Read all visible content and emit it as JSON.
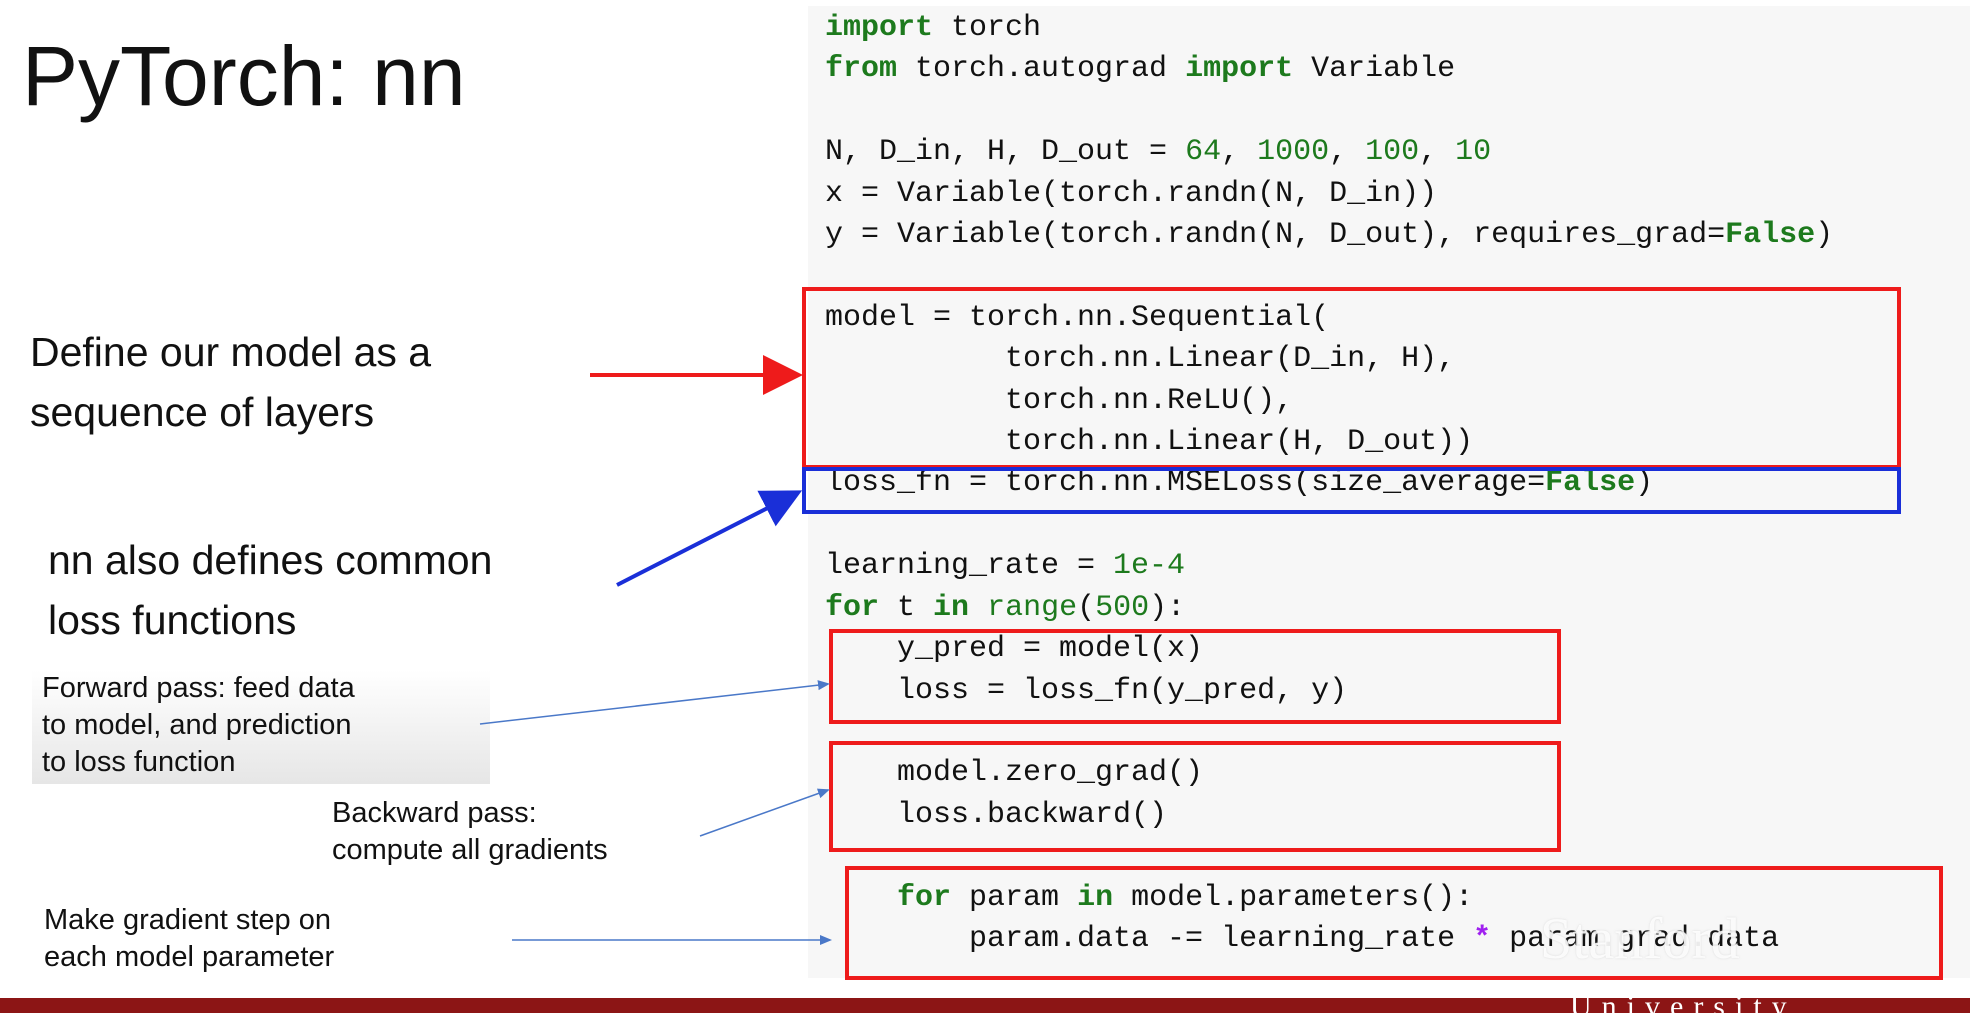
{
  "slide": {
    "title": "PyTorch: nn"
  },
  "code": {
    "lines": [
      [
        {
          "t": "import",
          "c": "kw"
        },
        {
          "t": " torch"
        }
      ],
      [
        {
          "t": "from",
          "c": "kw"
        },
        {
          "t": " torch.autograd "
        },
        {
          "t": "import",
          "c": "kw"
        },
        {
          "t": " Variable"
        }
      ],
      [
        {
          "t": ""
        }
      ],
      [
        {
          "t": "N, D_in, H, D_out = "
        },
        {
          "t": "64",
          "c": "num"
        },
        {
          "t": ", "
        },
        {
          "t": "1000",
          "c": "num"
        },
        {
          "t": ", "
        },
        {
          "t": "100",
          "c": "num"
        },
        {
          "t": ", "
        },
        {
          "t": "10",
          "c": "num"
        }
      ],
      [
        {
          "t": "x = Variable(torch.randn(N, D_in))"
        }
      ],
      [
        {
          "t": "y = Variable(torch.randn(N, D_out), requires_grad="
        },
        {
          "t": "False",
          "c": "kw"
        },
        {
          "t": ")"
        }
      ],
      [
        {
          "t": ""
        }
      ],
      [
        {
          "t": "model = torch.nn.Sequential("
        }
      ],
      [
        {
          "t": "          torch.nn.Linear(D_in, H),"
        }
      ],
      [
        {
          "t": "          torch.nn.ReLU(),"
        }
      ],
      [
        {
          "t": "          torch.nn.Linear(H, D_out))"
        }
      ],
      [
        {
          "t": "loss_fn = torch.nn.MSELoss(size_average="
        },
        {
          "t": "False",
          "c": "kw"
        },
        {
          "t": ")"
        }
      ],
      [
        {
          "t": ""
        }
      ],
      [
        {
          "t": "learning_rate = "
        },
        {
          "t": "1e-4",
          "c": "num"
        }
      ],
      [
        {
          "t": "for",
          "c": "kw"
        },
        {
          "t": " t "
        },
        {
          "t": "in",
          "c": "kw"
        },
        {
          "t": " "
        },
        {
          "t": "range",
          "c": "bi"
        },
        {
          "t": "("
        },
        {
          "t": "500",
          "c": "num"
        },
        {
          "t": "):"
        }
      ],
      [
        {
          "t": "    y_pred = model(x)"
        }
      ],
      [
        {
          "t": "    loss = loss_fn(y_pred, y)"
        }
      ],
      [
        {
          "t": ""
        }
      ],
      [
        {
          "t": "    model.zero_grad()"
        }
      ],
      [
        {
          "t": "    loss.backward()"
        }
      ],
      [
        {
          "t": ""
        }
      ],
      [
        {
          "t": "    "
        },
        {
          "t": "for",
          "c": "kw"
        },
        {
          "t": " param "
        },
        {
          "t": "in",
          "c": "kw"
        },
        {
          "t": " model.parameters():"
        }
      ],
      [
        {
          "t": "        param.data -= learning_rate "
        },
        {
          "t": "*",
          "c": "op"
        },
        {
          "t": " param.grad.data"
        }
      ]
    ]
  },
  "annotations": {
    "model_label": "Define our model as a\nsequence of layers",
    "loss_label": "nn also defines common\nloss functions",
    "forward_label": "Forward pass: feed data\nto model, and prediction\nto loss function",
    "backward_label": "Backward pass:\ncompute all gradients",
    "step_label": "Make gradient step on\neach model parameter"
  },
  "colors": {
    "red_box": "#ee1b1b",
    "blue_box": "#1a2fd8",
    "footer": "#8c1515",
    "keyword": "#1d7a1d"
  },
  "footer": {
    "university_text": "University",
    "watermark": "Stanford"
  }
}
